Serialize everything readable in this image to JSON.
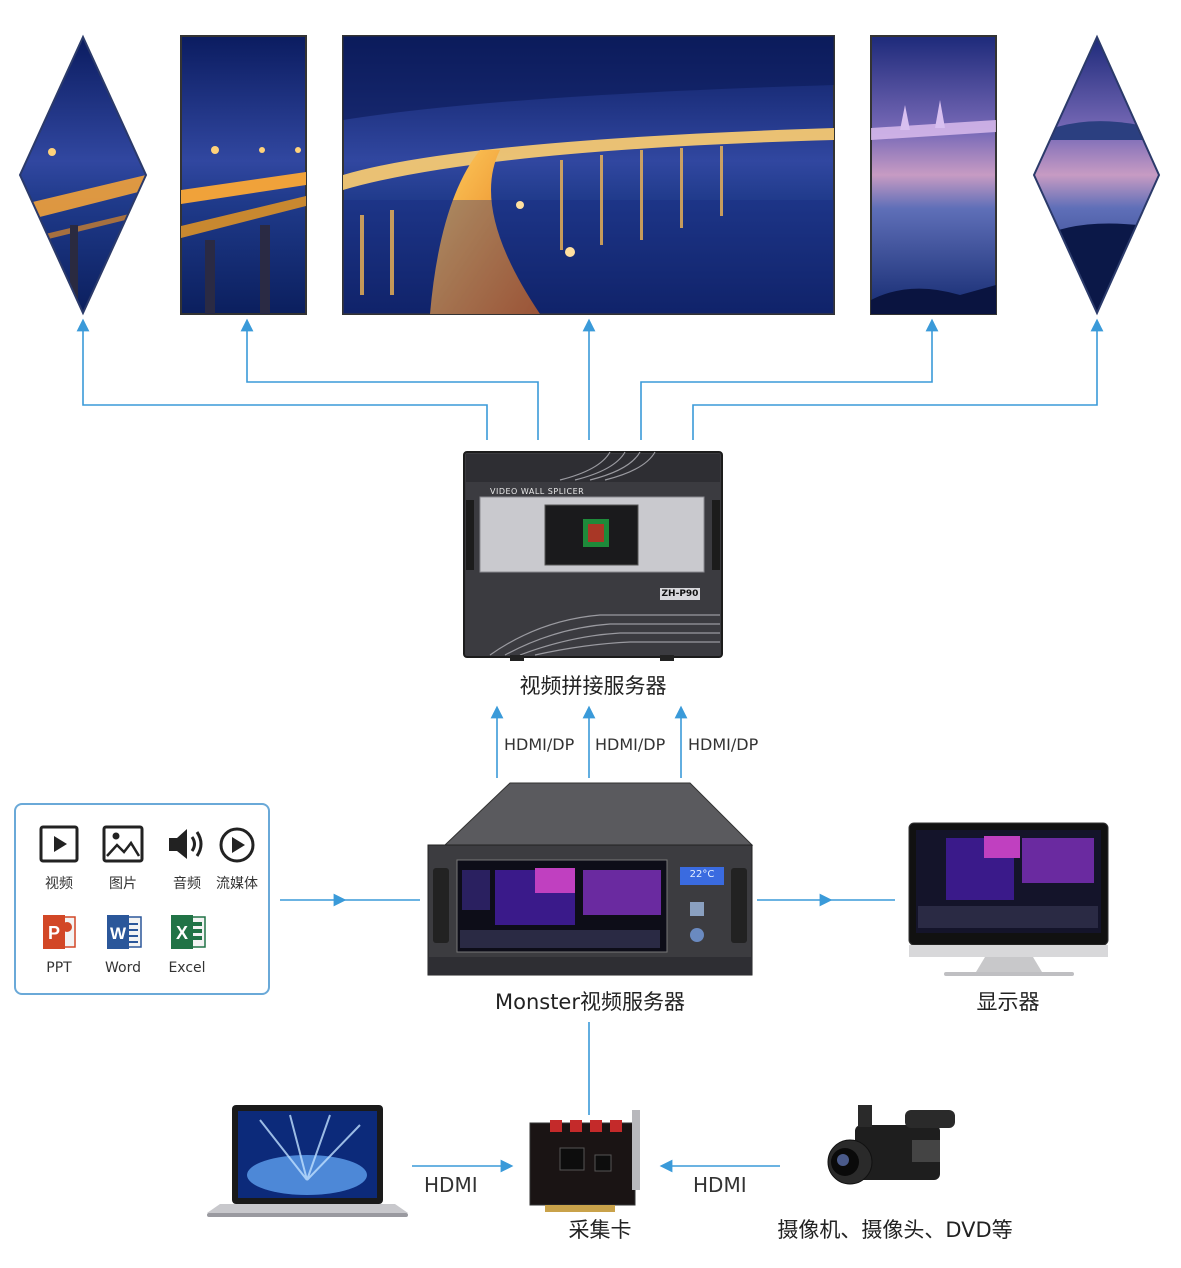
{
  "splicer": {
    "label": "视频拼接服务器",
    "panel_text": "VIDEO WALL SPLICER",
    "model": "ZH-P90"
  },
  "signals": [
    {
      "text": "HDMI/DP"
    },
    {
      "text": "HDMI/DP"
    },
    {
      "text": "HDMI/DP"
    }
  ],
  "media_server": {
    "label": "Monster视频服务器",
    "lcd_text": "22°C"
  },
  "monitor": {
    "label": "显示器"
  },
  "sources": [
    {
      "label": "视频",
      "icon": "video-icon"
    },
    {
      "label": "图片",
      "icon": "image-icon"
    },
    {
      "label": "音频",
      "icon": "audio-icon"
    },
    {
      "label": "流媒体",
      "icon": "streaming-icon"
    },
    {
      "label": "PPT",
      "icon": "powerpoint-icon"
    },
    {
      "label": "Word",
      "icon": "word-icon"
    },
    {
      "label": "Excel",
      "icon": "excel-icon"
    }
  ],
  "capture_card": {
    "label": "采集卡"
  },
  "inputs": {
    "left_link": "HDMI",
    "right_link": "HDMI",
    "camera_label": "摄像机、摄像头、DVD等"
  },
  "colors": {
    "wire": "#3a9ad9",
    "sky_top": "#0d1f66",
    "sky_bottom": "#3b4fa8",
    "bridge_light": "#f0a020"
  }
}
